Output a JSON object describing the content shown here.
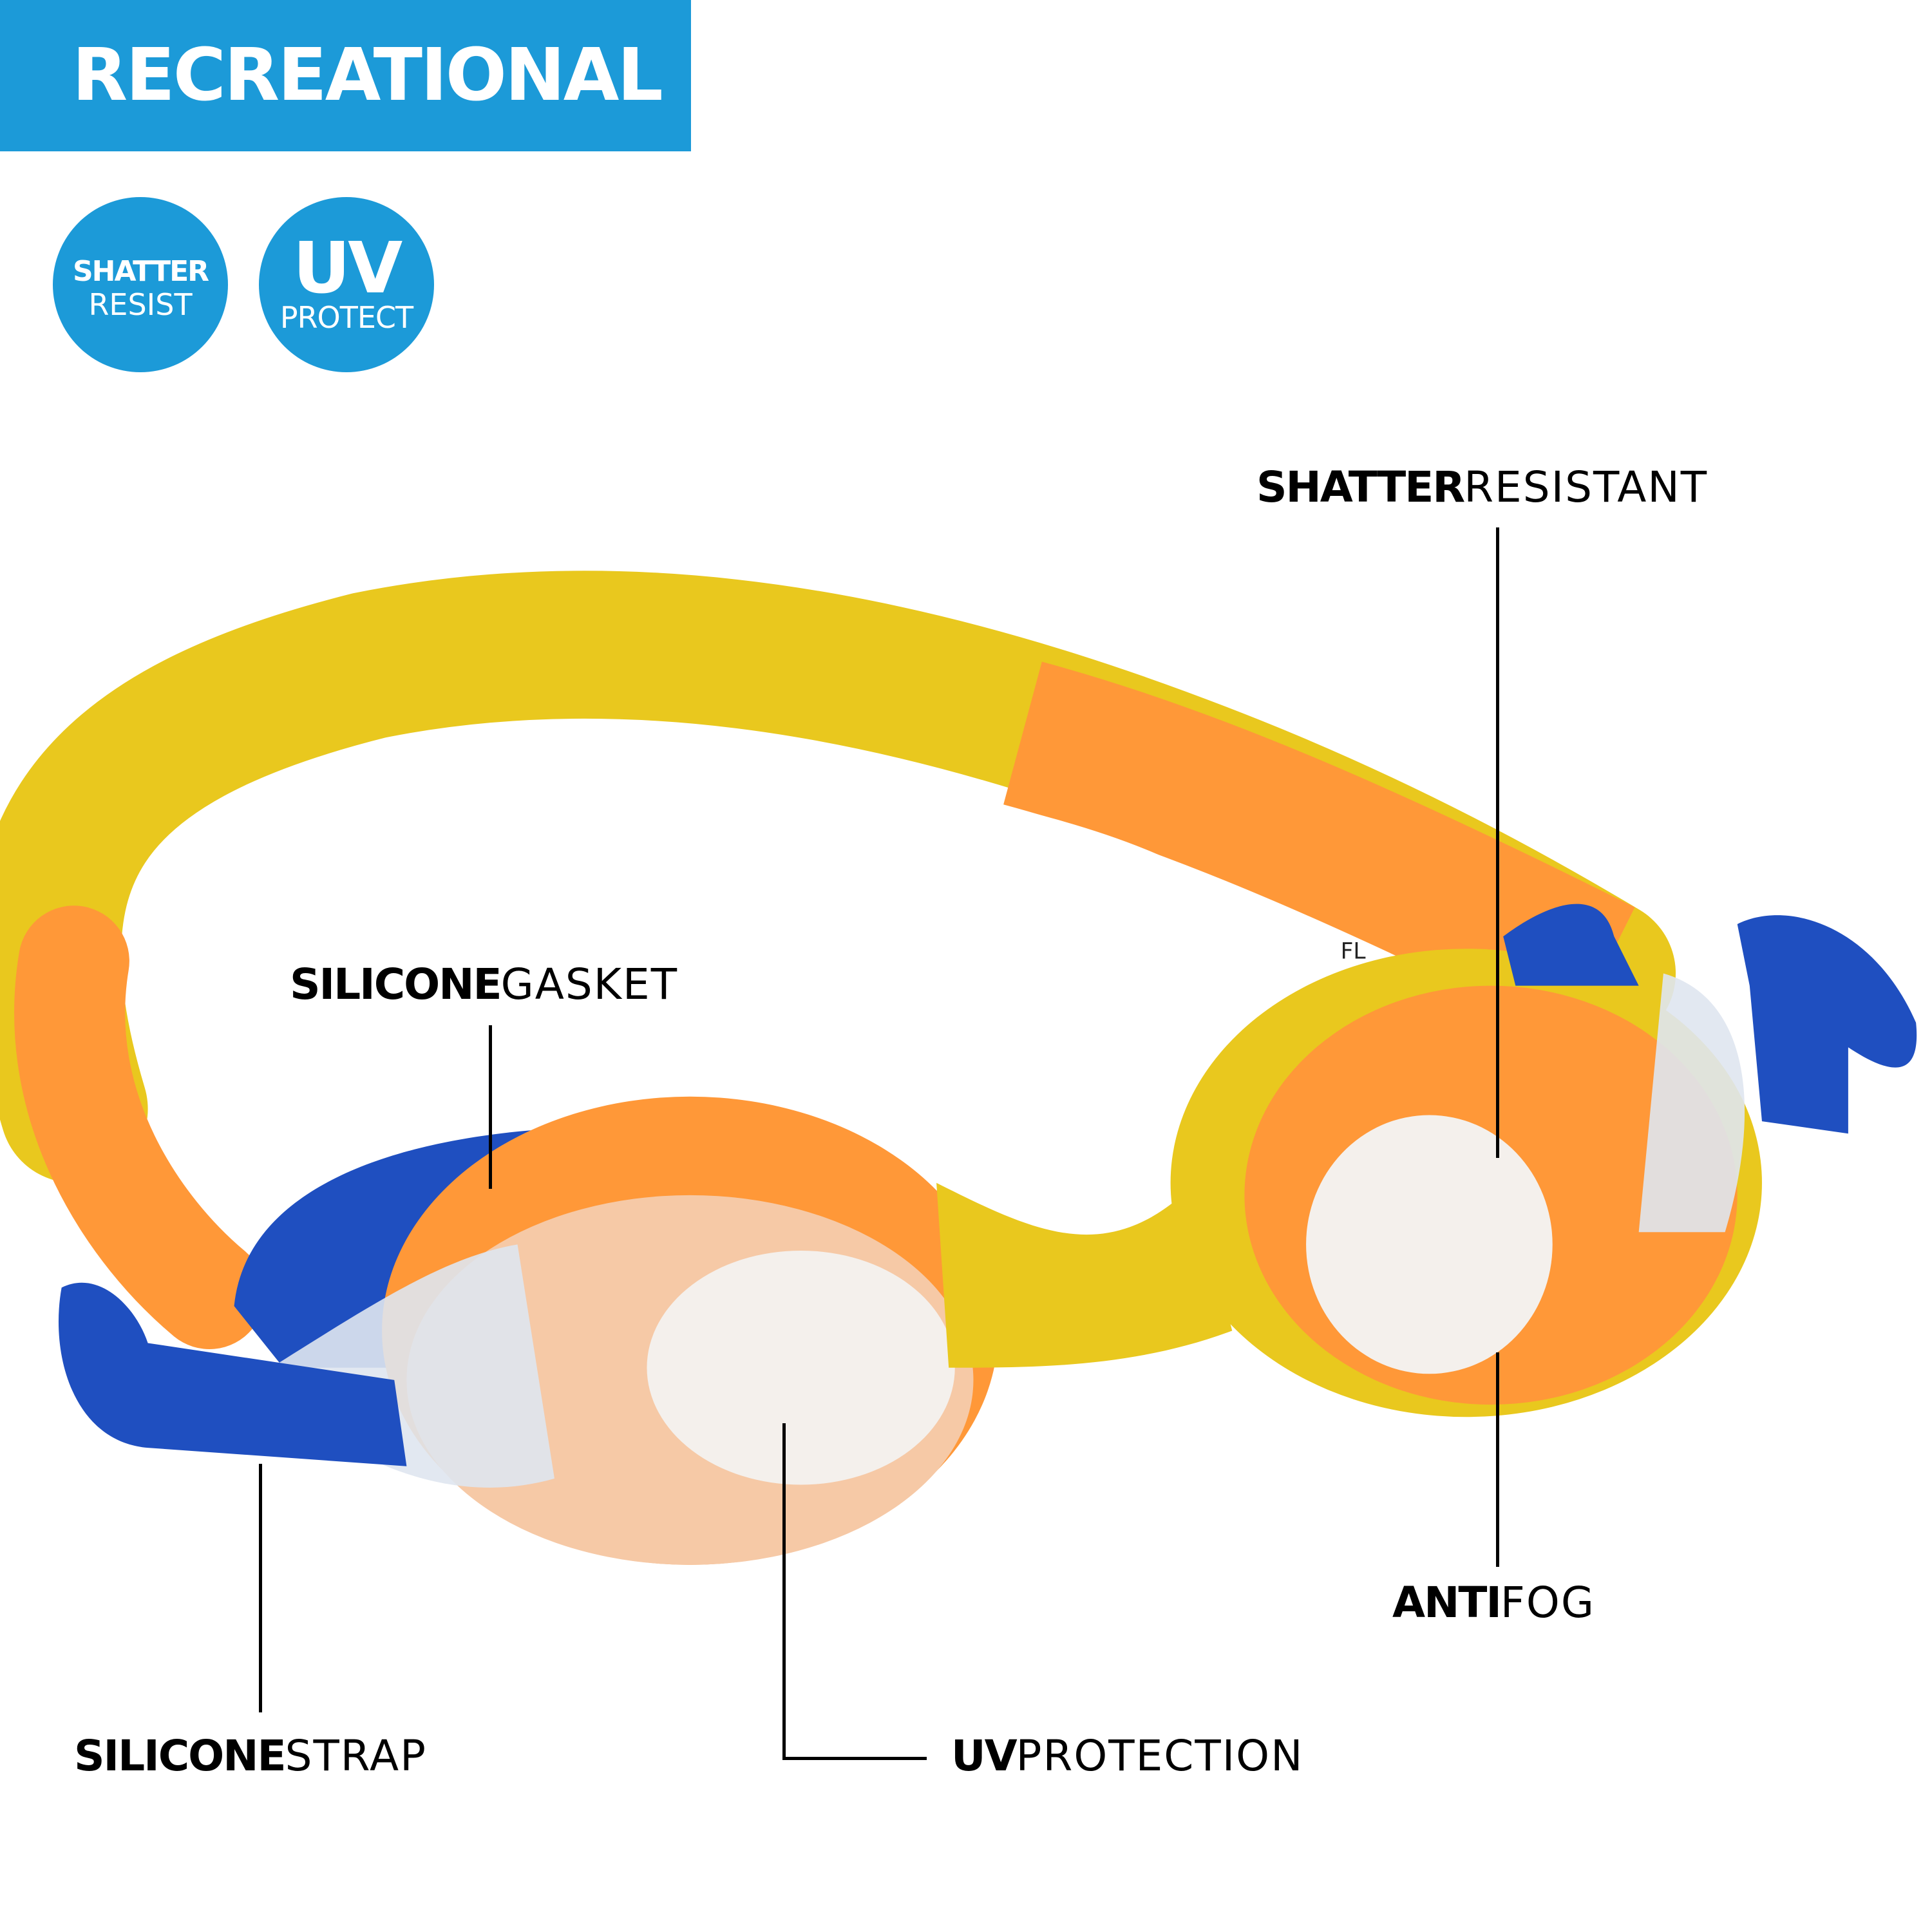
{
  "banner": {
    "title": "RECREATIONAL",
    "color": "#1c9ad8"
  },
  "badges": [
    {
      "line1": "SHATTER",
      "line2": "RESIST"
    },
    {
      "line1": "UV",
      "line2": "PROTECT"
    }
  ],
  "callouts": {
    "shatter_resistant": {
      "bold": "SHATTER",
      "regular": "RESISTANT"
    },
    "silicone_gasket": {
      "bold": "SILICONE",
      "regular": "GASKET"
    },
    "silicone_strap": {
      "bold": "SILICONE",
      "regular": "STRAP"
    },
    "uv_protection": {
      "bold": "UV",
      "regular": "PROTECTION"
    },
    "anti_fog": {
      "bold": "ANTI",
      "regular": "FOG"
    }
  },
  "product": {
    "strap_marking": "FL",
    "colors": {
      "yellow": "#e9c81e",
      "orange": "#ff9838",
      "blue": "#1f4fc0",
      "lens": "#f4f0ec"
    }
  }
}
